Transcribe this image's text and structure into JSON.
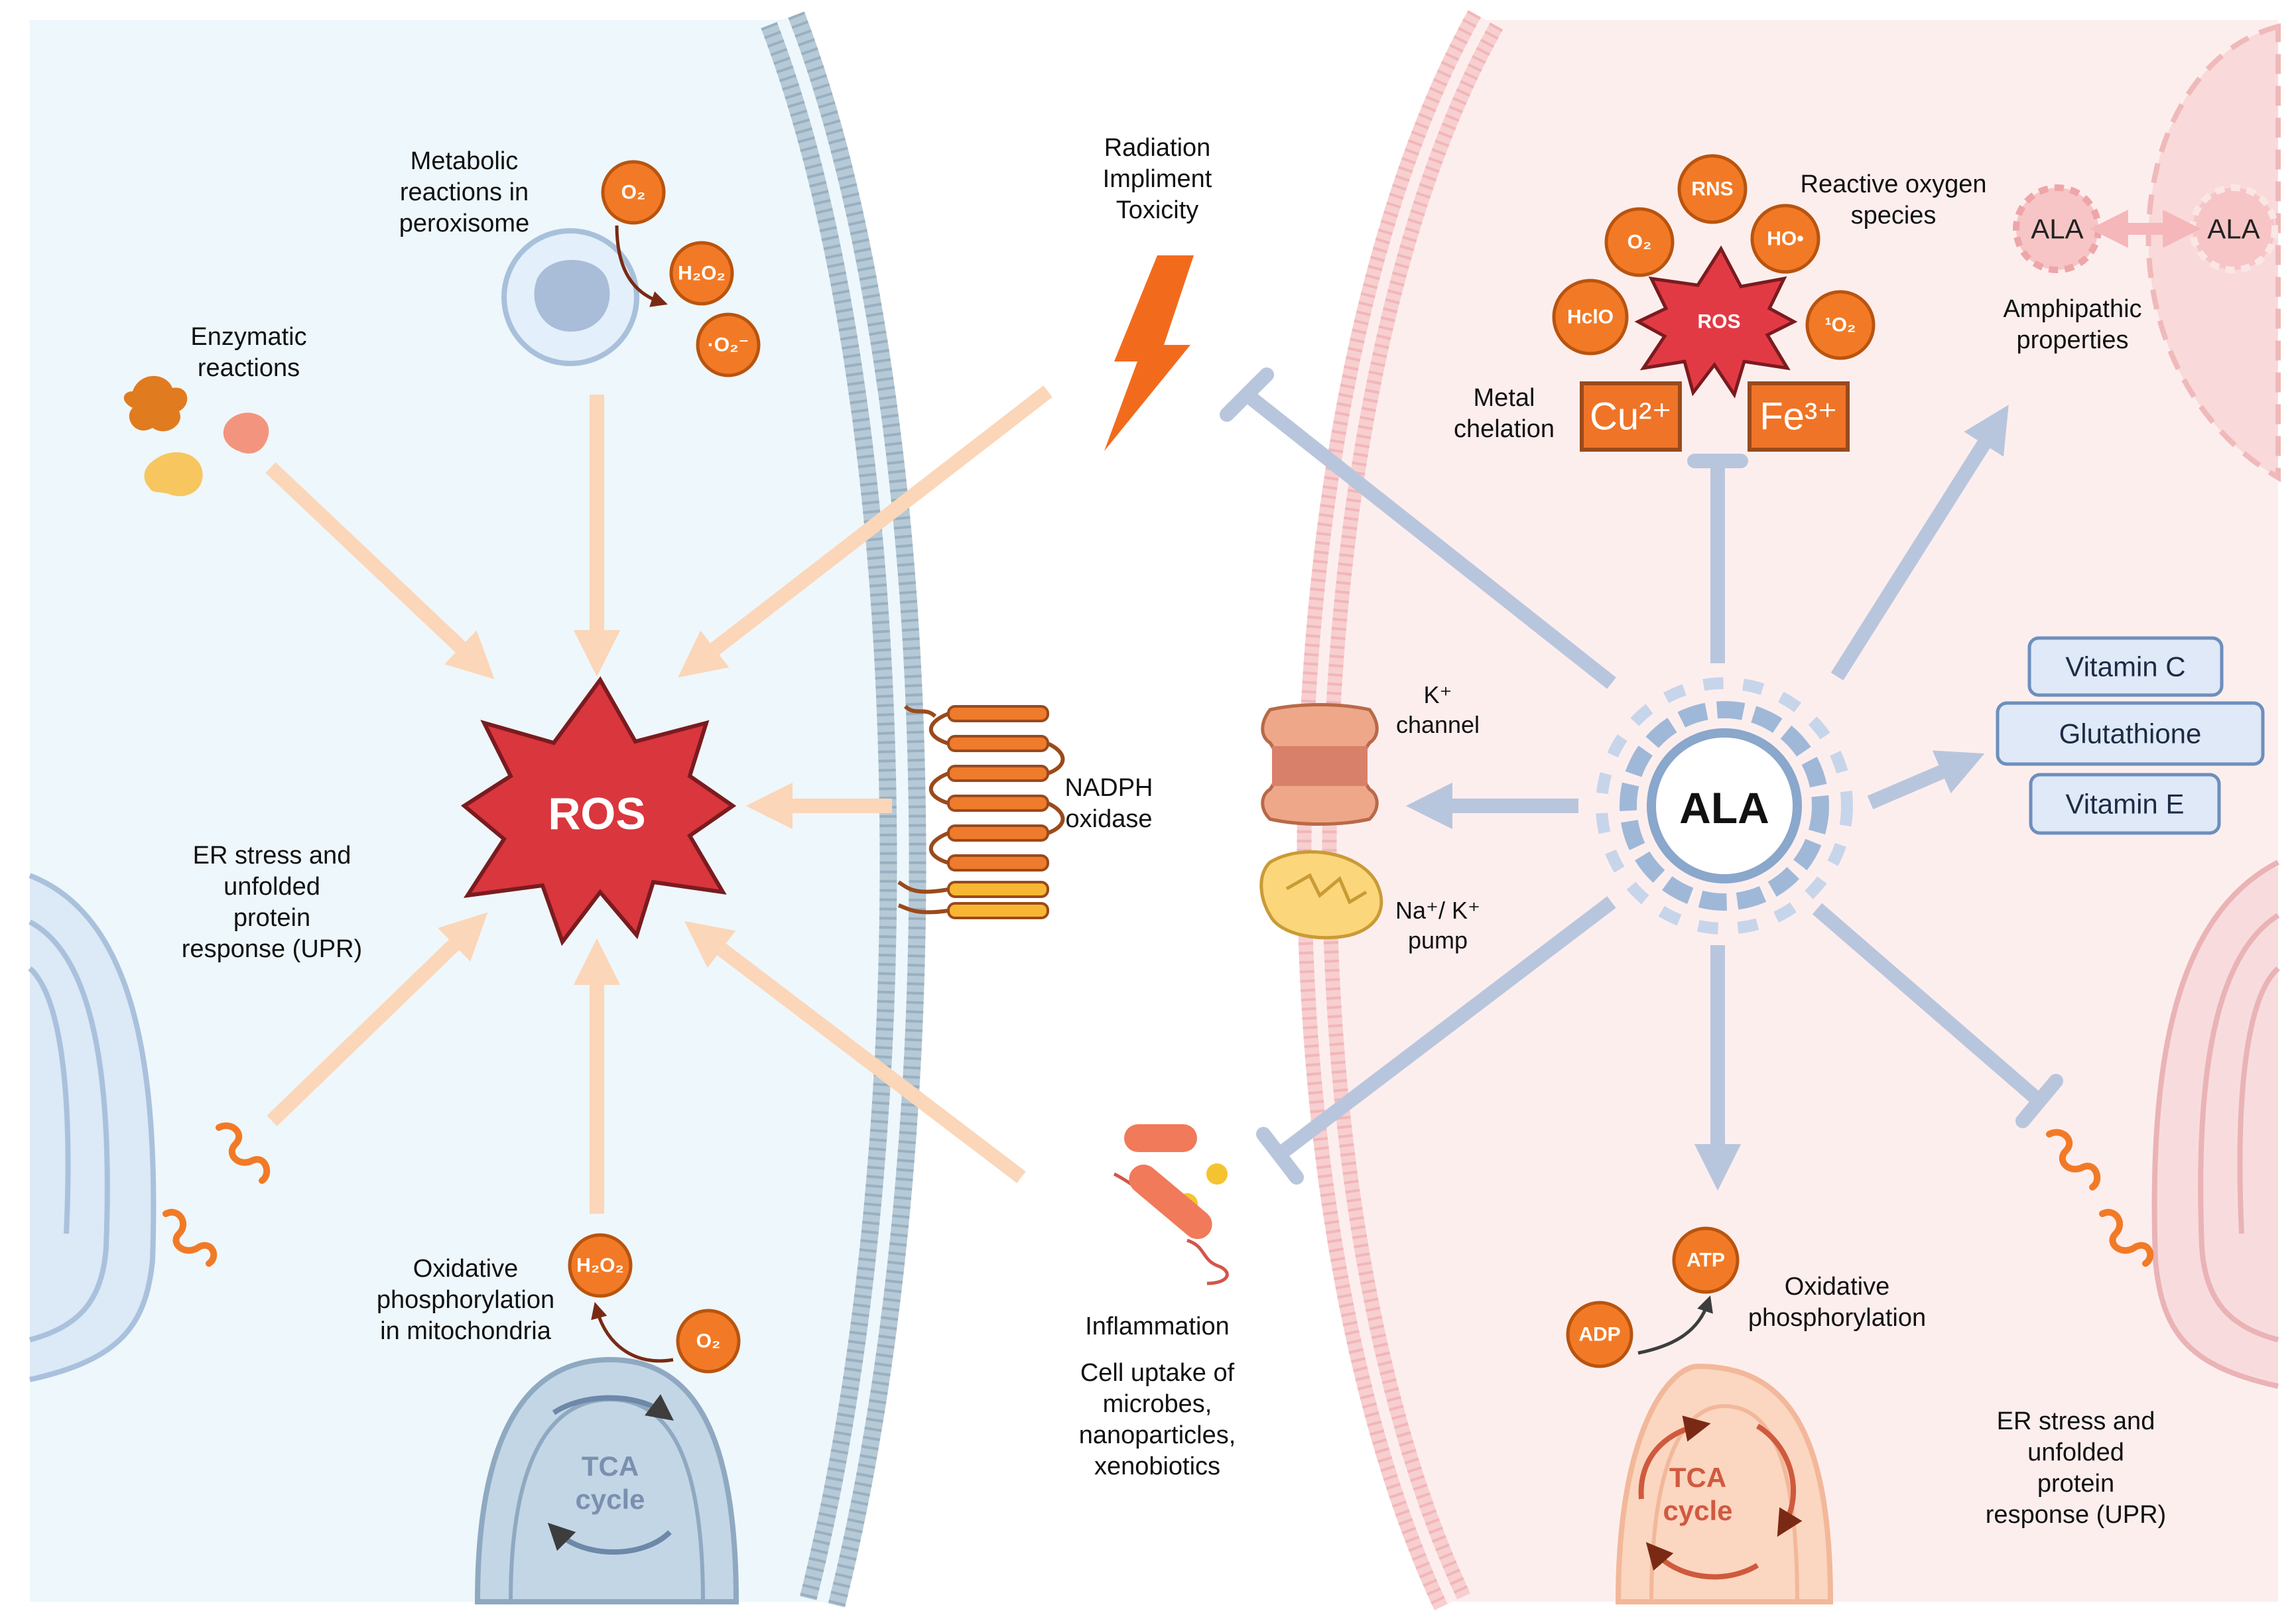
{
  "colors": {
    "left_bg": "#eef7fb",
    "right_bg": "#fdeeee",
    "ros_red": "#d9363e",
    "ros_arrow": "#fbd6b8",
    "ala_arrow": "#b8c6dd",
    "molecule_orange": "#f27a26",
    "box_blue": "#dfe9f7"
  },
  "left": {
    "peroxisome": {
      "label": [
        "Metabolic",
        "reactions in",
        "peroxisome"
      ],
      "mols": {
        "o2": "O₂",
        "h2o2": "H₂O₂",
        "superoxide": "·O₂⁻"
      }
    },
    "enzymatic": {
      "label": [
        "Enzymatic",
        "reactions"
      ]
    },
    "radiation": {
      "label": [
        "Radiation",
        "Impliment",
        "Toxicity"
      ]
    },
    "ros_center": {
      "label": "ROS"
    },
    "er": {
      "label": [
        "ER stress and",
        "unfolded",
        "protein",
        "response (UPR)"
      ]
    },
    "nadph": {
      "label": [
        "NADPH",
        "oxidase"
      ]
    },
    "mito": {
      "label": [
        "Oxidative",
        "phosphorylation",
        "in mitochondria"
      ],
      "mols": {
        "h2o2": "H₂O₂",
        "o2": "O₂"
      },
      "tca": [
        "TCA",
        "cycle"
      ]
    },
    "inflammation": {
      "label": "Inflammation",
      "uptake": [
        "Cell uptake of",
        "microbes,",
        "nanoparticles,",
        "xenobiotics"
      ]
    }
  },
  "right": {
    "ros_cluster": {
      "label": [
        "Reactive oxygen",
        "species"
      ],
      "mols": {
        "rns": "RNS",
        "o2": "O₂",
        "ho": "HO•",
        "hclo": "HclO",
        "singlet_o2": "¹O₂",
        "ros": "ROS"
      }
    },
    "metal": {
      "label": [
        "Metal",
        "chelation"
      ],
      "cu": "Cu²⁺",
      "fe": "Fe³⁺"
    },
    "amphipathic": {
      "label": [
        "Amphipathic",
        "properties"
      ],
      "ala_a": "ALA",
      "ala_b": "ALA"
    },
    "ala_center": {
      "label": "ALA"
    },
    "antioxidants": [
      "Vitamin C",
      "Glutathione",
      "Vitamin E"
    ],
    "k_channel": {
      "label": [
        "K⁺",
        "channel"
      ]
    },
    "na_k_pump": {
      "label": [
        "Na⁺/ K⁺",
        "pump"
      ]
    },
    "mito": {
      "label": [
        "Oxidative",
        "phosphorylation"
      ],
      "mols": {
        "atp": "ATP",
        "adp": "ADP"
      },
      "tca": [
        "TCA",
        "cycle"
      ]
    },
    "er": {
      "label": [
        "ER stress and",
        "unfolded",
        "protein",
        "response (UPR)"
      ]
    }
  }
}
